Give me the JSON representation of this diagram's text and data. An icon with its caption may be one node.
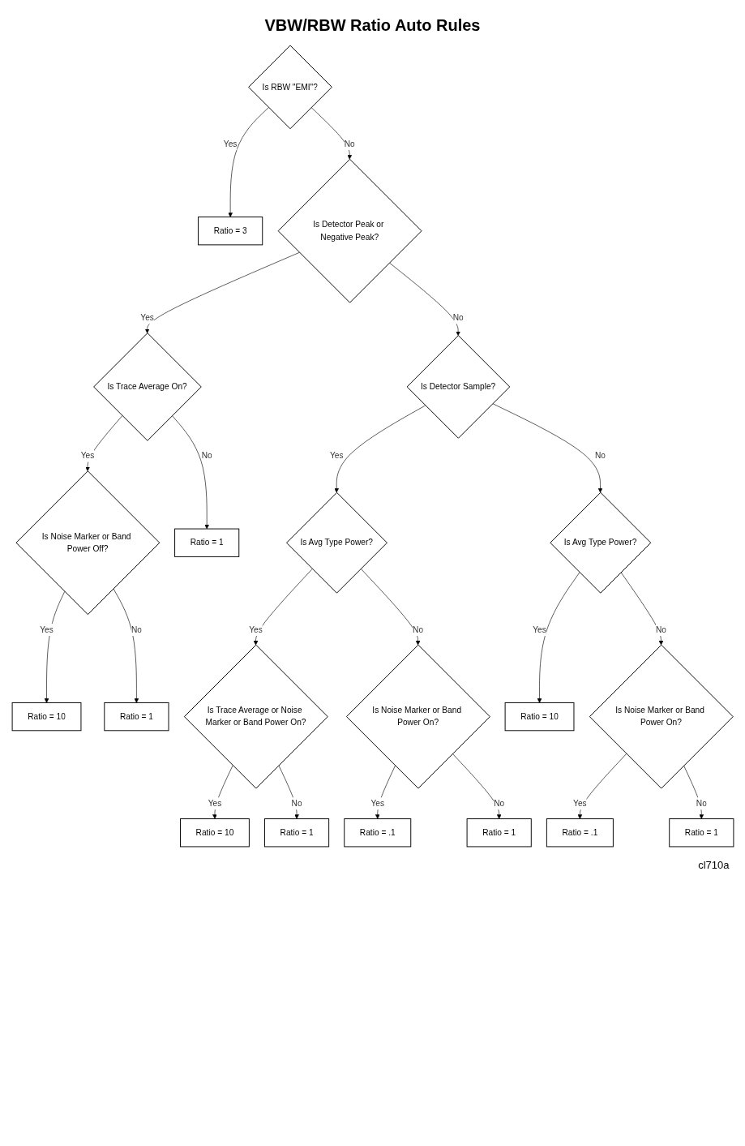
{
  "diagram": {
    "title": "VBW/RBW Ratio Auto Rules",
    "nodes": [
      {
        "text": [
          "Is RBW \"EMI\"?"
        ]
      },
      {
        "text": [
          "Ratio = 3"
        ]
      },
      {
        "text": [
          "Is Detector Peak or Negative Peak?"
        ]
      },
      {
        "text": [
          "Is Trace Average On?"
        ]
      },
      {
        "text": [
          "Is Noise Marker or Band Power Off?"
        ]
      },
      {
        "text": [
          "Ratio = 10"
        ]
      },
      {
        "text": [
          "Ratio = 1"
        ]
      },
      {
        "text": [
          "Ratio = 1"
        ]
      },
      {
        "text": [
          "Is Detector Sample?"
        ]
      },
      {
        "text": [
          "Is Avg Type Power?"
        ]
      },
      {
        "text": [
          "Is Trace Average or Noise Marker or Band Power On?"
        ]
      },
      {
        "text": [
          "Ratio = 10"
        ]
      },
      {
        "text": [
          "Ratio = 1"
        ]
      },
      {
        "text": [
          "Is Avg Type Power?"
        ]
      },
      {
        "text": [
          "Ratio = 10"
        ]
      },
      {
        "text": [
          "Is Noise Marker or Band Power On?"
        ]
      },
      {
        "text": [
          "Ratio = .1"
        ]
      },
      {
        "text": [
          "Ratio = 1"
        ]
      },
      {
        "text": [
          "Is Noise Marker or Band Power On?"
        ]
      },
      {
        "text": [
          "Ratio = .1"
        ]
      },
      {
        "text": [
          "Ratio = 1"
        ]
      }
    ],
    "edges": [
      {
        "from": 0,
        "to": 1,
        "arrow": "to",
        "label": "Yes"
      },
      {
        "from": 0,
        "to": 2,
        "arrow": "to",
        "label": "No"
      },
      {
        "from": 2,
        "to": 3,
        "arrow": "to",
        "label": "Yes"
      },
      {
        "from": 3,
        "to": 4,
        "arrow": "to",
        "label": "Yes"
      },
      {
        "from": 4,
        "to": 5,
        "arrow": "to",
        "label": "Yes"
      },
      {
        "from": 3,
        "to": 6,
        "arrow": "to",
        "label": "No"
      },
      {
        "from": 4,
        "to": 7,
        "arrow": "to",
        "label": "No"
      },
      {
        "from": 2,
        "to": 8,
        "arrow": "to",
        "label": "No"
      },
      {
        "from": 8,
        "to": 9,
        "arrow": "to",
        "label": "Yes"
      },
      {
        "from": 9,
        "to": 10,
        "arrow": "to",
        "label": "Yes"
      },
      {
        "from": 10,
        "to": 11,
        "arrow": "to",
        "label": "Yes"
      },
      {
        "from": 10,
        "to": 12,
        "arrow": "to",
        "label": "No"
      },
      {
        "from": 8,
        "to": 13,
        "arrow": "to",
        "label": "No"
      },
      {
        "from": 13,
        "to": 14,
        "arrow": "to",
        "label": "Yes"
      },
      {
        "from": 9,
        "to": 15,
        "arrow": "to",
        "label": "No"
      },
      {
        "from": 15,
        "to": 16,
        "arrow": "to",
        "label": "Yes"
      },
      {
        "from": 15,
        "to": 17,
        "arrow": "to",
        "label": "No"
      },
      {
        "from": 13,
        "to": 18,
        "arrow": "to",
        "label": "No"
      },
      {
        "from": 18,
        "to": 19,
        "arrow": "to",
        "label": "Yes"
      },
      {
        "from": 18,
        "to": 20,
        "arrow": "to",
        "label": "No"
      }
    ],
    "labels": [
      "cl710a"
    ]
  }
}
